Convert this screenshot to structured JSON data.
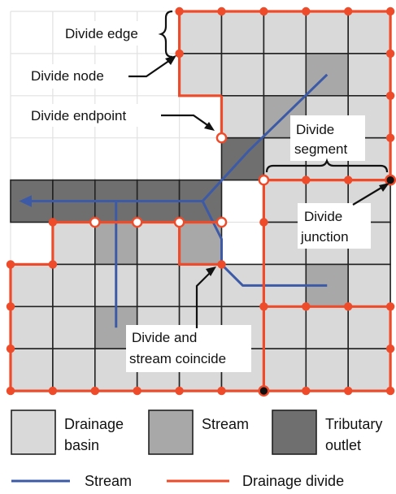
{
  "colors": {
    "basin": "#d9d9d9",
    "stream_cell": "#a8a8a8",
    "tributary_outlet": "#6f6f6f",
    "stream_line": "#3c5aa6",
    "divide": "#ee4b2b",
    "grid": "#222222",
    "faint_grid": "#e2e2e2"
  },
  "labels": {
    "divide_edge": "Divide edge",
    "divide_node": "Divide node",
    "divide_endpoint": "Divide endpoint",
    "divide_segment_1": "Divide",
    "divide_segment_2": "segment",
    "divide_junction_1": "Divide",
    "divide_junction_2": "junction",
    "coincide_1": "Divide and",
    "coincide_2": "stream coincide"
  },
  "legend": {
    "basin": [
      "Drainage",
      "basin"
    ],
    "stream_cell": [
      "Stream"
    ],
    "outlet": [
      "Tributary",
      "outlet"
    ],
    "stream_line": "Stream",
    "divide_line": "Drainage divide"
  }
}
